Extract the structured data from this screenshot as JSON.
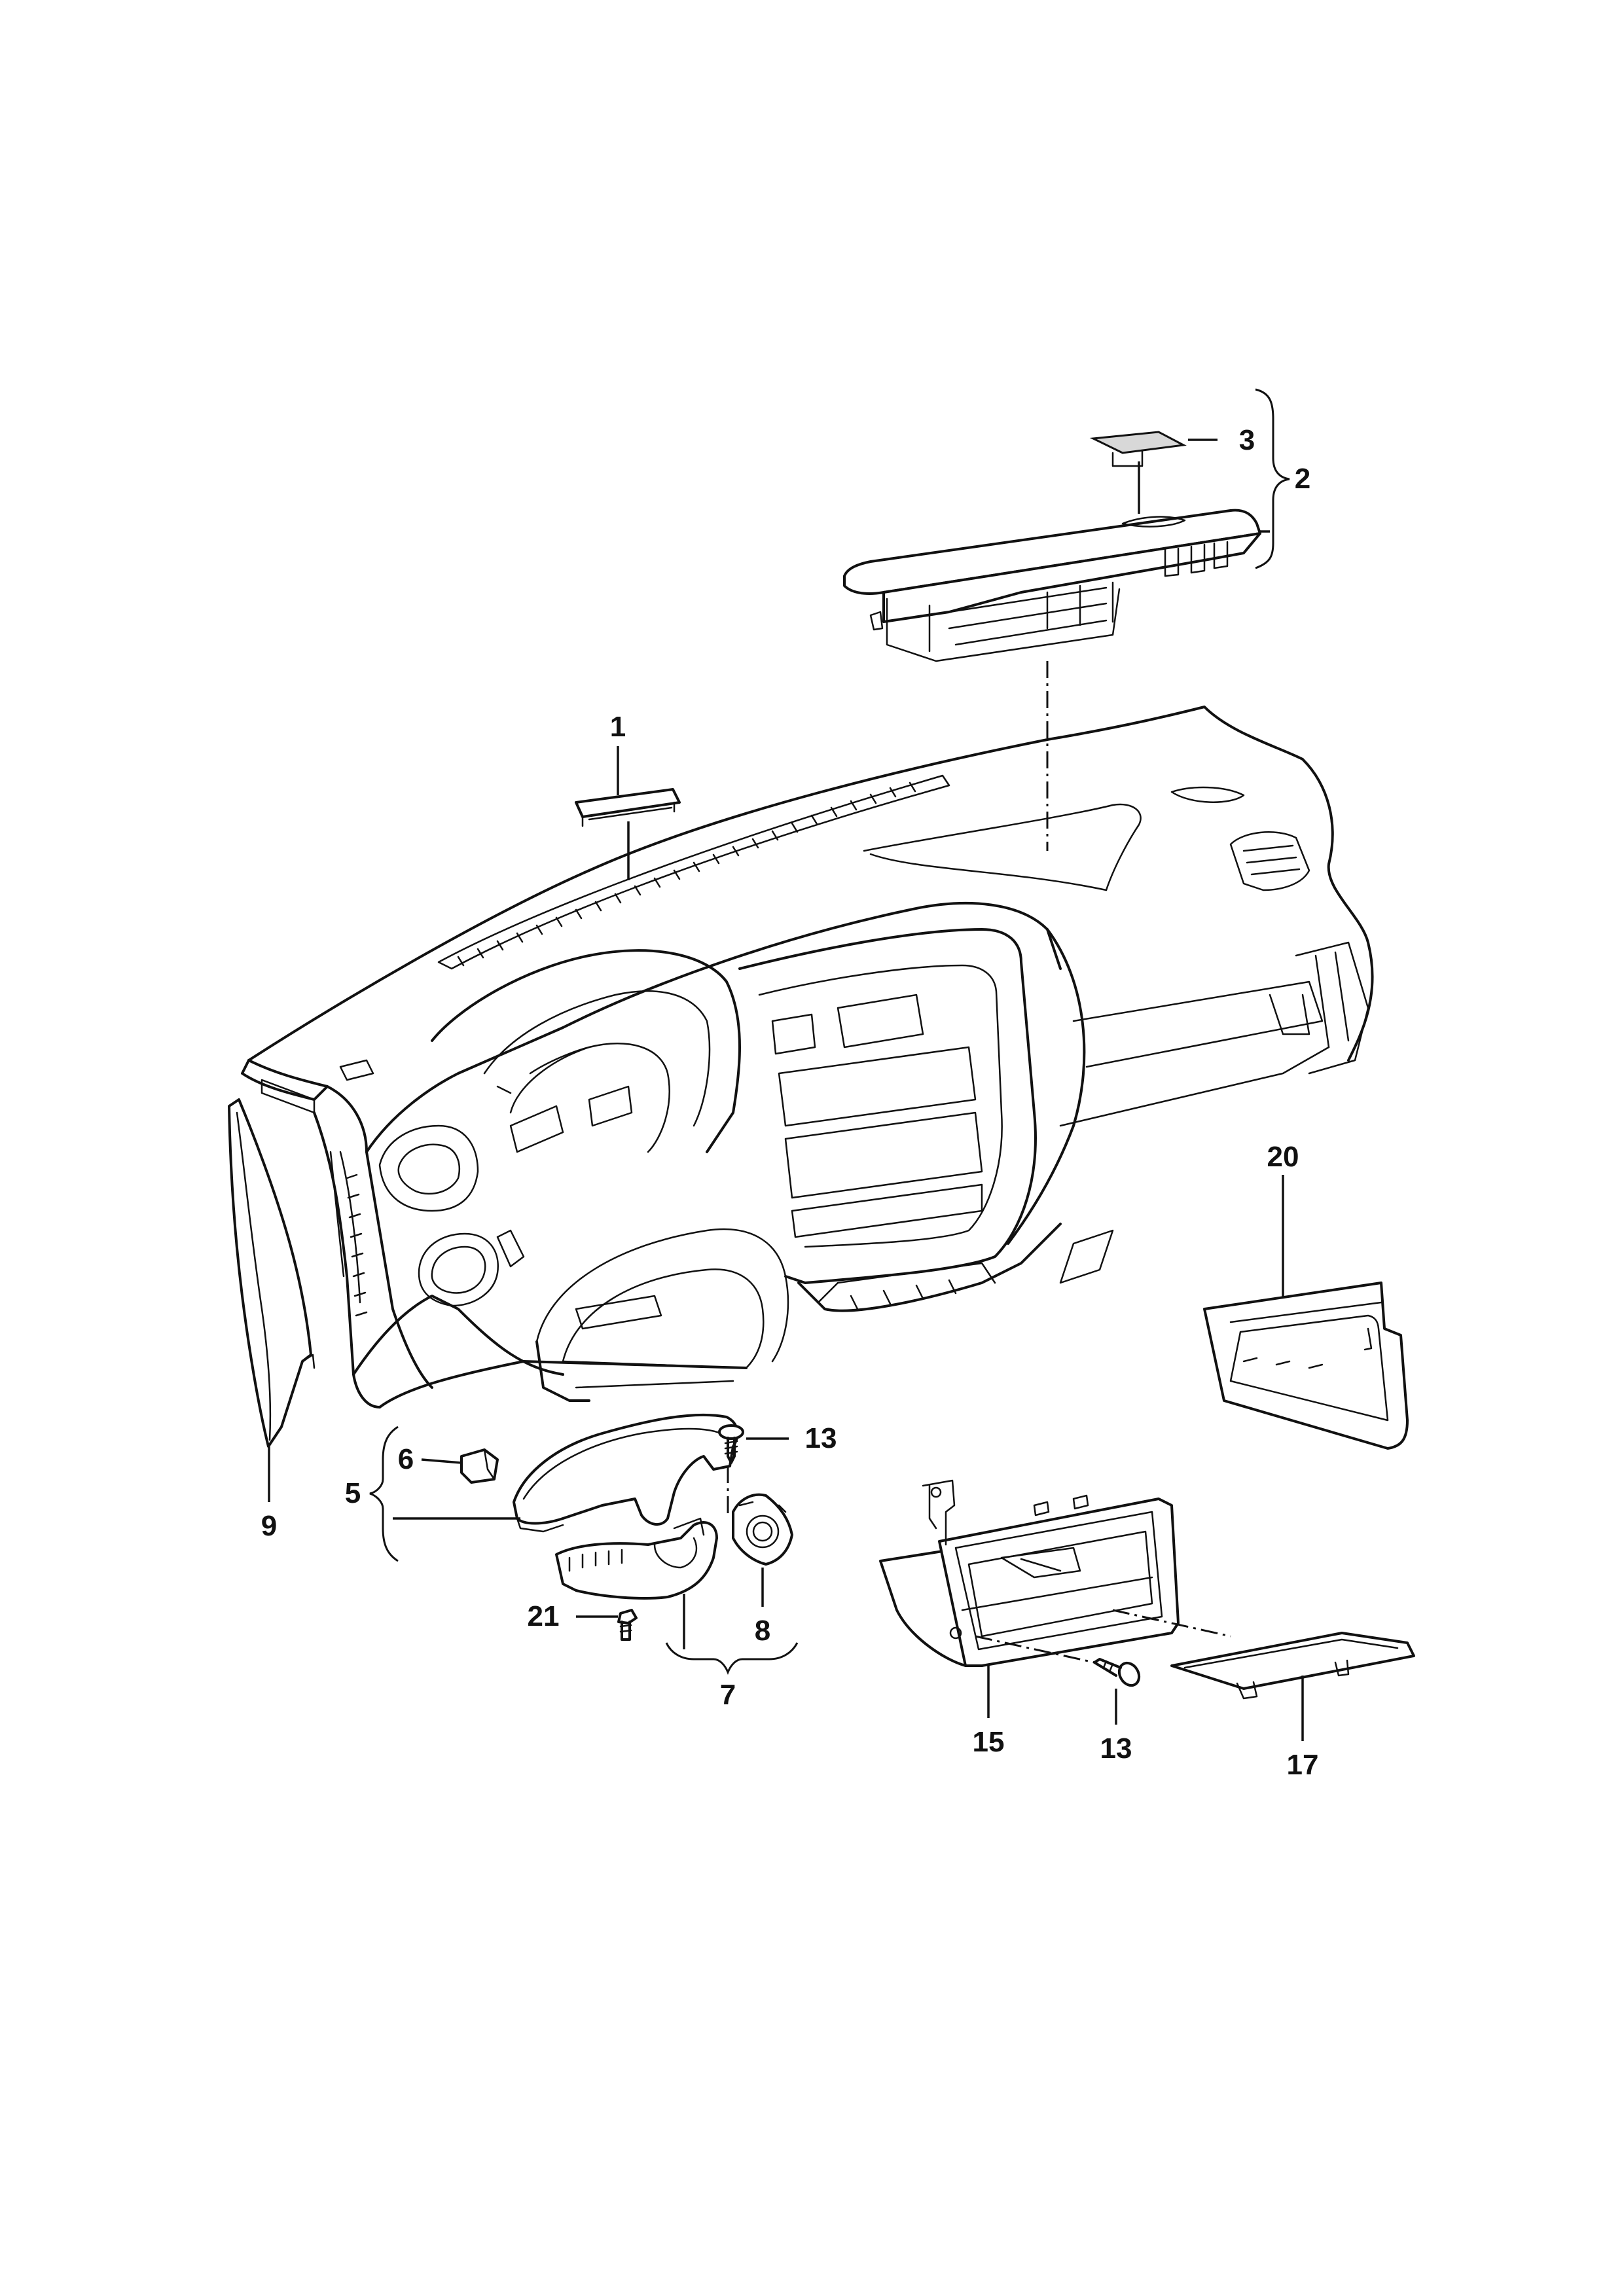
{
  "callouts": [
    {
      "id": "c1",
      "label": "1"
    },
    {
      "id": "c2",
      "label": "2"
    },
    {
      "id": "c3",
      "label": "3"
    },
    {
      "id": "c5",
      "label": "5"
    },
    {
      "id": "c6",
      "label": "6"
    },
    {
      "id": "c7",
      "label": "7"
    },
    {
      "id": "c8",
      "label": "8"
    },
    {
      "id": "c9",
      "label": "9"
    },
    {
      "id": "c13a",
      "label": "13"
    },
    {
      "id": "c13b",
      "label": "13"
    },
    {
      "id": "c15",
      "label": "15"
    },
    {
      "id": "c17",
      "label": "17"
    },
    {
      "id": "c20",
      "label": "20"
    },
    {
      "id": "c21",
      "label": "21"
    }
  ]
}
